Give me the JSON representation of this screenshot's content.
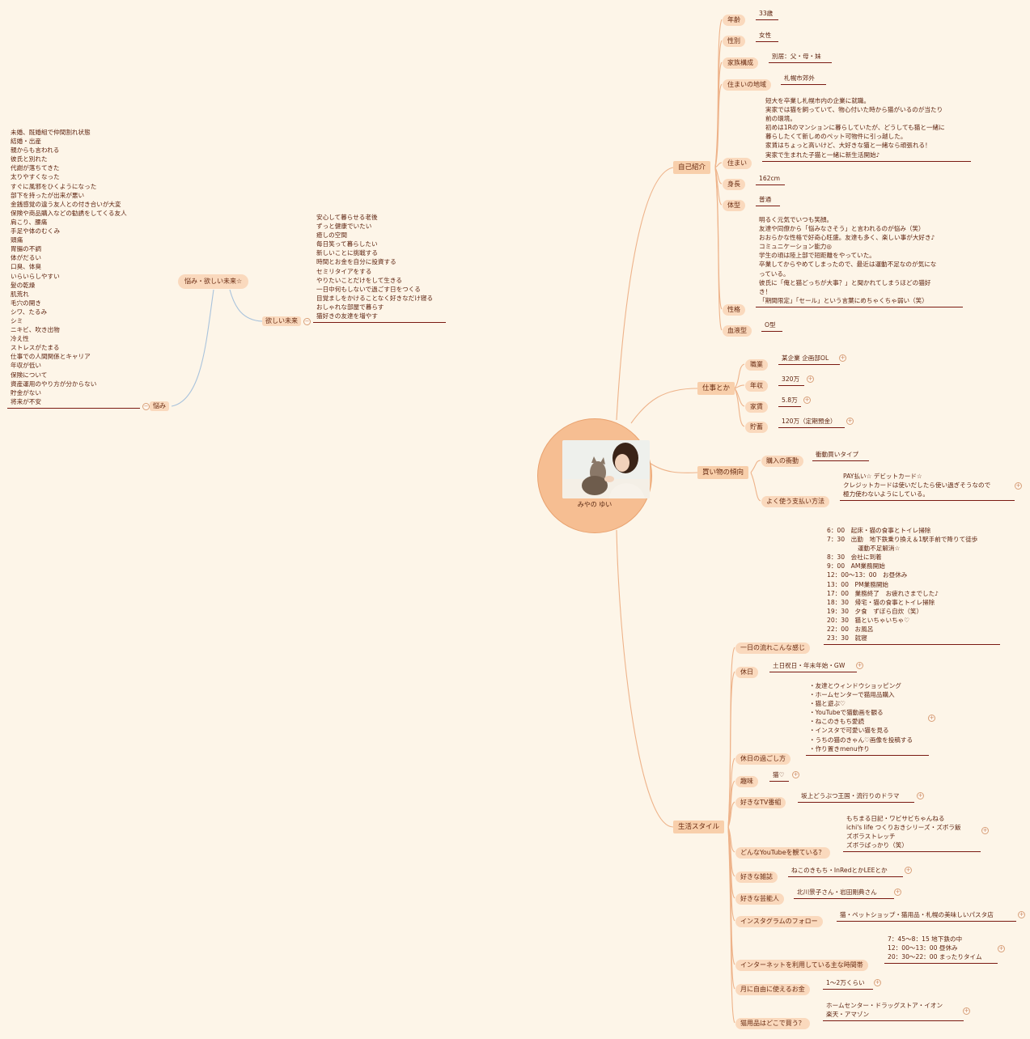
{
  "center": {
    "label": "みやの ゆい"
  },
  "self": {
    "title": "自己紹介",
    "age": {
      "label": "年齢",
      "value": "33歳"
    },
    "gender": {
      "label": "性別",
      "value": "女性"
    },
    "family": {
      "label": "家族構成",
      "value": "別居：父・母・妹"
    },
    "region": {
      "label": "住まいの地域",
      "value": "札幌市郊外"
    },
    "home": {
      "label": "住まい",
      "value": "短大を卒業し札幌市内の企業に就職。\n実家では猫を飼っていて、物心付いた時から猫がいるのが当たり\n前の環境。\n初めは1Rのマンションに暮らしていたが、どうしても猫と一緒に\n暮らしたくて新しめのペット可物件に引っ越した。\n家賃はちょっと高いけど、大好きな猫と一緒なら頑張れる！\n実家で生まれた子猫と一緒に新生活開始♪"
    },
    "height": {
      "label": "身長",
      "value": "162cm"
    },
    "body": {
      "label": "体型",
      "value": "普通"
    },
    "personality": {
      "label": "性格",
      "value": "明るく元気でいつも笑顔。\n友達や同僚から「悩みなさそう」と言われるのが悩み（笑）\nおおらかな性格で好奇心旺盛。友達も多く、楽しい事が大好き♪\nコミュニケーション能力◎\n学生の頃は陸上部で短距離をやっていた。\n卒業してからやめてしまったので、最近は運動不足なのが気にな\nっている。\n彼氏に「俺と猫どっちが大事？」と聞かれてしまうほどの猫好\nき！\n「期間限定」「セール」という言葉にめちゃくちゃ弱い（笑）"
    },
    "blood": {
      "label": "血液型",
      "value": "O型"
    }
  },
  "work": {
    "title": "仕事とか",
    "job": {
      "label": "職業",
      "value": "某企業 企画部OL"
    },
    "income": {
      "label": "年収",
      "value": "320万"
    },
    "rent": {
      "label": "家賃",
      "value": "5.8万"
    },
    "savings": {
      "label": "貯蓄",
      "value": "120万（定期預金）"
    }
  },
  "shopping": {
    "title": "買い物の傾向",
    "impulse": {
      "label": "購入の衝動",
      "value": "衝動買いタイプ"
    },
    "payment": {
      "label": "よく使う支払い方法",
      "value": "PAY払い☆ デビットカード☆\nクレジットカードは使いだしたら使い過ぎそうなので\n極力使わないようにしている。"
    }
  },
  "life": {
    "title": "生活スタイル",
    "day": {
      "label": "一日の流れこんな感じ",
      "value": "6：00　起床・猫の食事とトイレ掃除\n7：30　出勤　地下鉄乗り換え＆1駅手前で降りて徒歩\n　　　　　運動不足解消☆\n8：30　会社に到着\n9：00　AM業務開始\n12：00〜13：00　お昼休み\n13：00　PM業務開始\n17：00　業務終了　お疲れさまでした♪\n18：30　帰宅・猫の食事とトイレ掃除\n19：30　夕食　ずぼら自炊（笑）\n20：30　猫といちゃいちゃ♡\n22：00　お風呂\n23：30　就寝"
    },
    "holiday": {
      "label": "休日",
      "value": "土日祝日・年末年始・GW"
    },
    "holiday_spend": {
      "label": "休日の過ごし方",
      "value": "・友達とウィンドウショッピング\n・ホームセンターで猫用品購入\n・猫と遊ぶ♡\n・YouTubeで猫動画を観る\n・ねこのきもち愛読\n・インスタで可愛い猫を見る\n・うちの猫のきゃん♡画像を投稿する\n・作り置きmenu作り"
    },
    "hobby": {
      "label": "趣味",
      "value": "猫♡"
    },
    "tv": {
      "label": "好きなTV番組",
      "value": "坂上どうぶつ王国・流行りのドラマ"
    },
    "youtube": {
      "label": "どんなYouTubeを観ている？",
      "value": "もちまる日記・ワビサビちゃんねる\nichi's life つくりおきシリーズ・ズボラ飯\nズボラストレッチ\nズボラばっかり（笑）"
    },
    "magazine": {
      "label": "好きな雑誌",
      "value": "ねこのきもち・InRedとかLEEとか"
    },
    "celebrity": {
      "label": "好きな芸能人",
      "value": "北川景子さん・岩田剛典さん"
    },
    "insta": {
      "label": "インスタグラムのフォロー",
      "value": "猫・ペットショップ・猫用品・札幌の美味しいパスタ店"
    },
    "internet": {
      "label": "インターネットを利用している主な時間帯",
      "value": "7：45〜8：15 地下鉄の中\n12：00〜13：00 昼休み\n20：30〜22：00 まったりタイム"
    },
    "money": {
      "label": "月に自由に使えるお金",
      "value": "1〜2万くらい"
    },
    "catgoods": {
      "label": "猫用品はどこで買う？",
      "value": "ホームセンター・ドラッグストア・イオン\n楽天・アマゾン"
    }
  },
  "worries": {
    "title": "悩み・欲しい未来☆",
    "future": {
      "label": "欲しい未来",
      "value": "安心して暮らせる老後\nずっと健康でいたい\n癒しの空間\n毎日笑って暮らしたい\n新しいことに挑戦する\n時間とお金を自分に投資する\nセミリタイアをする\nやりたいことだけをして生きる\n一日中何もしないで過ごす日をつくる\n目覚ましをかけることなく好きなだけ寝る\nおしゃれな部屋で暮らす\n猫好きの友達を増やす"
    },
    "worry": {
      "label": "悩み",
      "value": "未婚、既婚組で仲間割れ状態\n結婚・出産\n親からも言われる\n彼氏と別れた\n代謝が落ちてきた\n太りやすくなった\nすぐに風邪をひくようになった\n部下を持ったが出来が悪い\n金銭感覚の違う友人との付き合いが大変\n保険や商品購入などの勧誘をしてくる友人\n肩こり、腰痛\n手足や体のむくみ\n頭痛\n胃腸の不調\n体がだるい\n口臭、体臭\nいらいらしやすい\n髪の乾燥\n肌荒れ\n毛穴の開き\nシワ、たるみ\nシミ\nニキビ、吹き出物\n冷え性\nストレスがたまる\n仕事での人間関係とキャリア\n年収が低い\n保険について\n資産運用のやり方が分からない\n貯金がない\n将来が不安"
    }
  }
}
